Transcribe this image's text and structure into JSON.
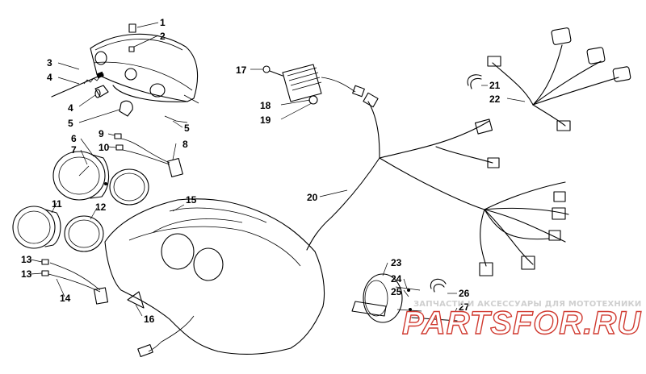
{
  "labels": [
    {
      "id": "1",
      "text": "1"
    },
    {
      "id": "2",
      "text": "2"
    },
    {
      "id": "3",
      "text": "3"
    },
    {
      "id": "4a",
      "text": "4"
    },
    {
      "id": "4b",
      "text": "4"
    },
    {
      "id": "5a",
      "text": "5"
    },
    {
      "id": "5b",
      "text": "5"
    },
    {
      "id": "6",
      "text": "6"
    },
    {
      "id": "7",
      "text": "7"
    },
    {
      "id": "8",
      "text": "8"
    },
    {
      "id": "9",
      "text": "9"
    },
    {
      "id": "10",
      "text": "10"
    },
    {
      "id": "11",
      "text": "11"
    },
    {
      "id": "12",
      "text": "12"
    },
    {
      "id": "13a",
      "text": "13"
    },
    {
      "id": "13b",
      "text": "13"
    },
    {
      "id": "14",
      "text": "14"
    },
    {
      "id": "15",
      "text": "15"
    },
    {
      "id": "16",
      "text": "16"
    },
    {
      "id": "17",
      "text": "17"
    },
    {
      "id": "18",
      "text": "18"
    },
    {
      "id": "19",
      "text": "19"
    },
    {
      "id": "20",
      "text": "20"
    },
    {
      "id": "21",
      "text": "21"
    },
    {
      "id": "22",
      "text": "22"
    },
    {
      "id": "23",
      "text": "23"
    },
    {
      "id": "24",
      "text": "24"
    },
    {
      "id": "25",
      "text": "25"
    },
    {
      "id": "26",
      "text": "26"
    },
    {
      "id": "27",
      "text": "27"
    }
  ],
  "watermark": {
    "tagline": "ЗАПЧАСТИ И АКСЕССУАРЫ ДЛЯ МОТОТЕХНИКИ",
    "logo": "PARTSFOR.RU",
    "color": "#d03a30"
  }
}
